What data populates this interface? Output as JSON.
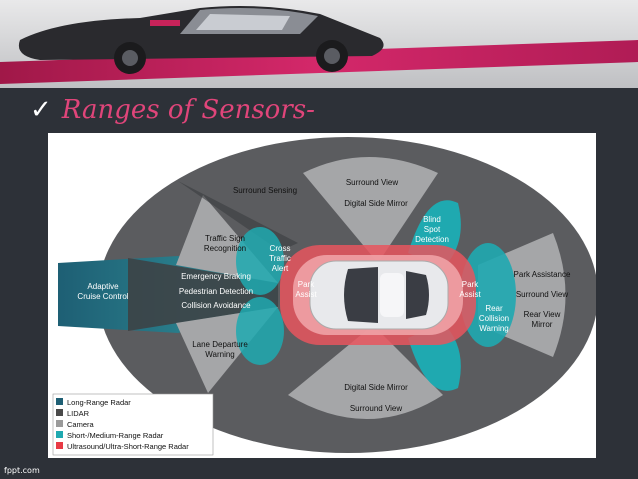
{
  "slide": {
    "title": "Ranges of Sensors-",
    "check_icon": "✓",
    "watermark": "fppt.com",
    "colors": {
      "background": "#2d3138",
      "title": "#e0457a",
      "header_band": "#c8235a"
    }
  },
  "diagram": {
    "zones": {
      "adaptive_cruise": [
        "Adaptive",
        "Cruise Control"
      ],
      "surround_sensing": "Surround Sensing",
      "surround_view_top": "Surround View",
      "digital_side_mirror_top": "Digital Side Mirror",
      "blind_spot": [
        "Blind",
        "Spot",
        "Detection"
      ],
      "traffic_sign": [
        "Traffic Sign",
        "Recognition"
      ],
      "cross_traffic": [
        "Cross",
        "Traffic",
        "Alert"
      ],
      "emergency_braking": "Emergency Braking",
      "pedestrian_detection": "Pedestrian Detection",
      "collision_avoidance": "Collision Avoidance",
      "park_assist_front": [
        "Park",
        "Assist"
      ],
      "park_assist_rear": [
        "Park",
        "Assist"
      ],
      "park_assistance": "Park Assistance",
      "surround_view_right": "Surround View",
      "rear_view_mirror": [
        "Rear View",
        "Mirror"
      ],
      "rear_collision": [
        "Rear",
        "Collision",
        "Warning"
      ],
      "lane_departure": [
        "Lane Departure",
        "Warning"
      ],
      "digital_side_mirror_bottom": "Digital Side Mirror",
      "surround_view_bottom": "Surround View"
    },
    "legend": [
      {
        "label": "Long-Range Radar",
        "color": "#1e5f74"
      },
      {
        "label": "LIDAR",
        "color": "#4a4a4a"
      },
      {
        "label": "Camera",
        "color": "#9a9a9a"
      },
      {
        "label": "Short-/Medium-Range Radar",
        "color": "#1fa9b0"
      },
      {
        "label": "Ultrasound/Ultra-Short-Range Radar",
        "color": "#e83a45"
      }
    ]
  }
}
